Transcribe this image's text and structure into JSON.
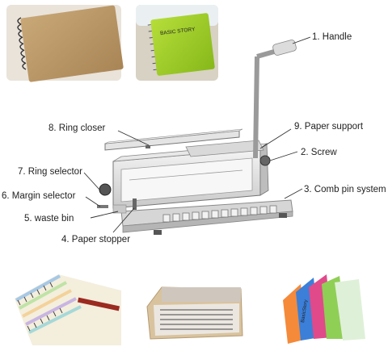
{
  "photo_top_book": {
    "cover_text": "BASIC STORY"
  },
  "parts": [
    {
      "id": "handle",
      "label": "1. Handle"
    },
    {
      "id": "screw",
      "label": "2. Screw"
    },
    {
      "id": "comb-pin-system",
      "label": "3. Comb pin system"
    },
    {
      "id": "paper-stopper",
      "label": "4. Paper stopper"
    },
    {
      "id": "waste-bin",
      "label": "5. waste bin"
    },
    {
      "id": "margin-selector",
      "label": "6. Margin selector"
    },
    {
      "id": "ring-selector",
      "label": "7. Ring selector"
    },
    {
      "id": "ring-closer",
      "label": "8. Ring closer"
    },
    {
      "id": "paper-support",
      "label": "9. Paper support"
    }
  ],
  "notebooks": {
    "spine_text": "BasicStory"
  }
}
